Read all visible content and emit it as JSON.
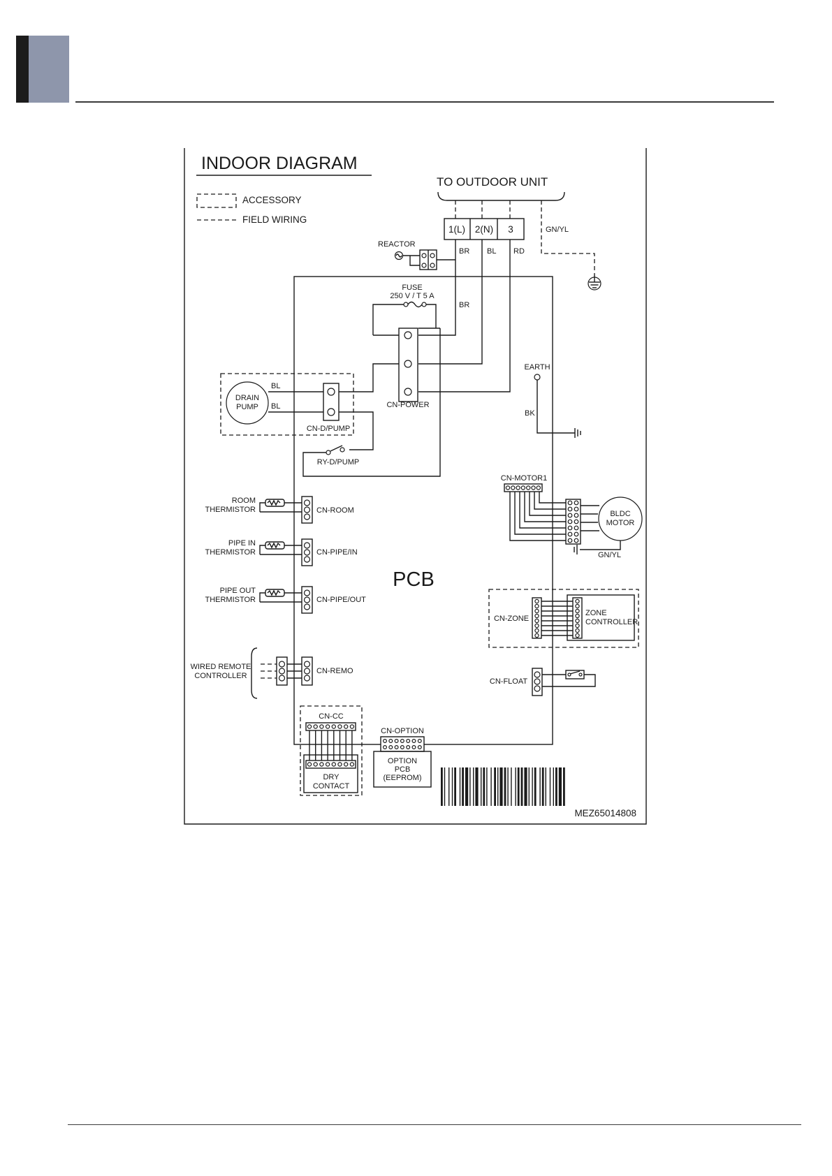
{
  "diagram": {
    "title": "INDOOR DIAGRAM",
    "legend": {
      "accessory": "ACCESSORY",
      "field_wiring": "FIELD WIRING"
    },
    "outdoor_unit": "TO OUTDOOR UNIT",
    "terminals": [
      "1(L)",
      "2(N)",
      "3"
    ],
    "wire_colors": {
      "br": "BR",
      "bl": "BL",
      "rd": "RD",
      "gnyl": "GN/YL",
      "bk": "BK"
    },
    "reactor": "REACTOR",
    "fuse": {
      "label": "FUSE",
      "rating": "250 V / T 5 A"
    },
    "earth": "EARTH",
    "drain_pump": {
      "line1": "DRAIN",
      "line2": "PUMP"
    },
    "connectors": {
      "cn_power": "CN-POWER",
      "cn_d_pump": "CN-D/PUMP",
      "ry_d_pump": "RY-D/PUMP",
      "cn_motor1": "CN-MOTOR1",
      "cn_room": "CN-ROOM",
      "cn_pipe_in": "CN-PIPE/IN",
      "cn_pipe_out": "CN-PIPE/OUT",
      "cn_remo": "CN-REMO",
      "cn_zone": "CN-ZONE",
      "cn_float": "CN-FLOAT",
      "cn_cc": "CN-CC",
      "cn_option": "CN-OPTION"
    },
    "sensors": {
      "room": {
        "line1": "ROOM",
        "line2": "THERMISTOR"
      },
      "pipe_in": {
        "line1": "PIPE IN",
        "line2": "THERMISTOR"
      },
      "pipe_out": {
        "line1": "PIPE OUT",
        "line2": "THERMISTOR"
      }
    },
    "wired_remote": {
      "line1": "WIRED REMOTE",
      "line2": "CONTROLLER"
    },
    "bldc_motor": {
      "line1": "BLDC",
      "line2": "MOTOR"
    },
    "zone_controller": {
      "line1": "ZONE",
      "line2": "CONTROLLER"
    },
    "dry_contact": {
      "line1": "DRY",
      "line2": "CONTACT"
    },
    "option_pcb": {
      "line1": "OPTION",
      "line2": "PCB",
      "line3": "(EEPROM)"
    },
    "pcb_label": "PCB",
    "barcode_number": "MEZ65014808"
  }
}
